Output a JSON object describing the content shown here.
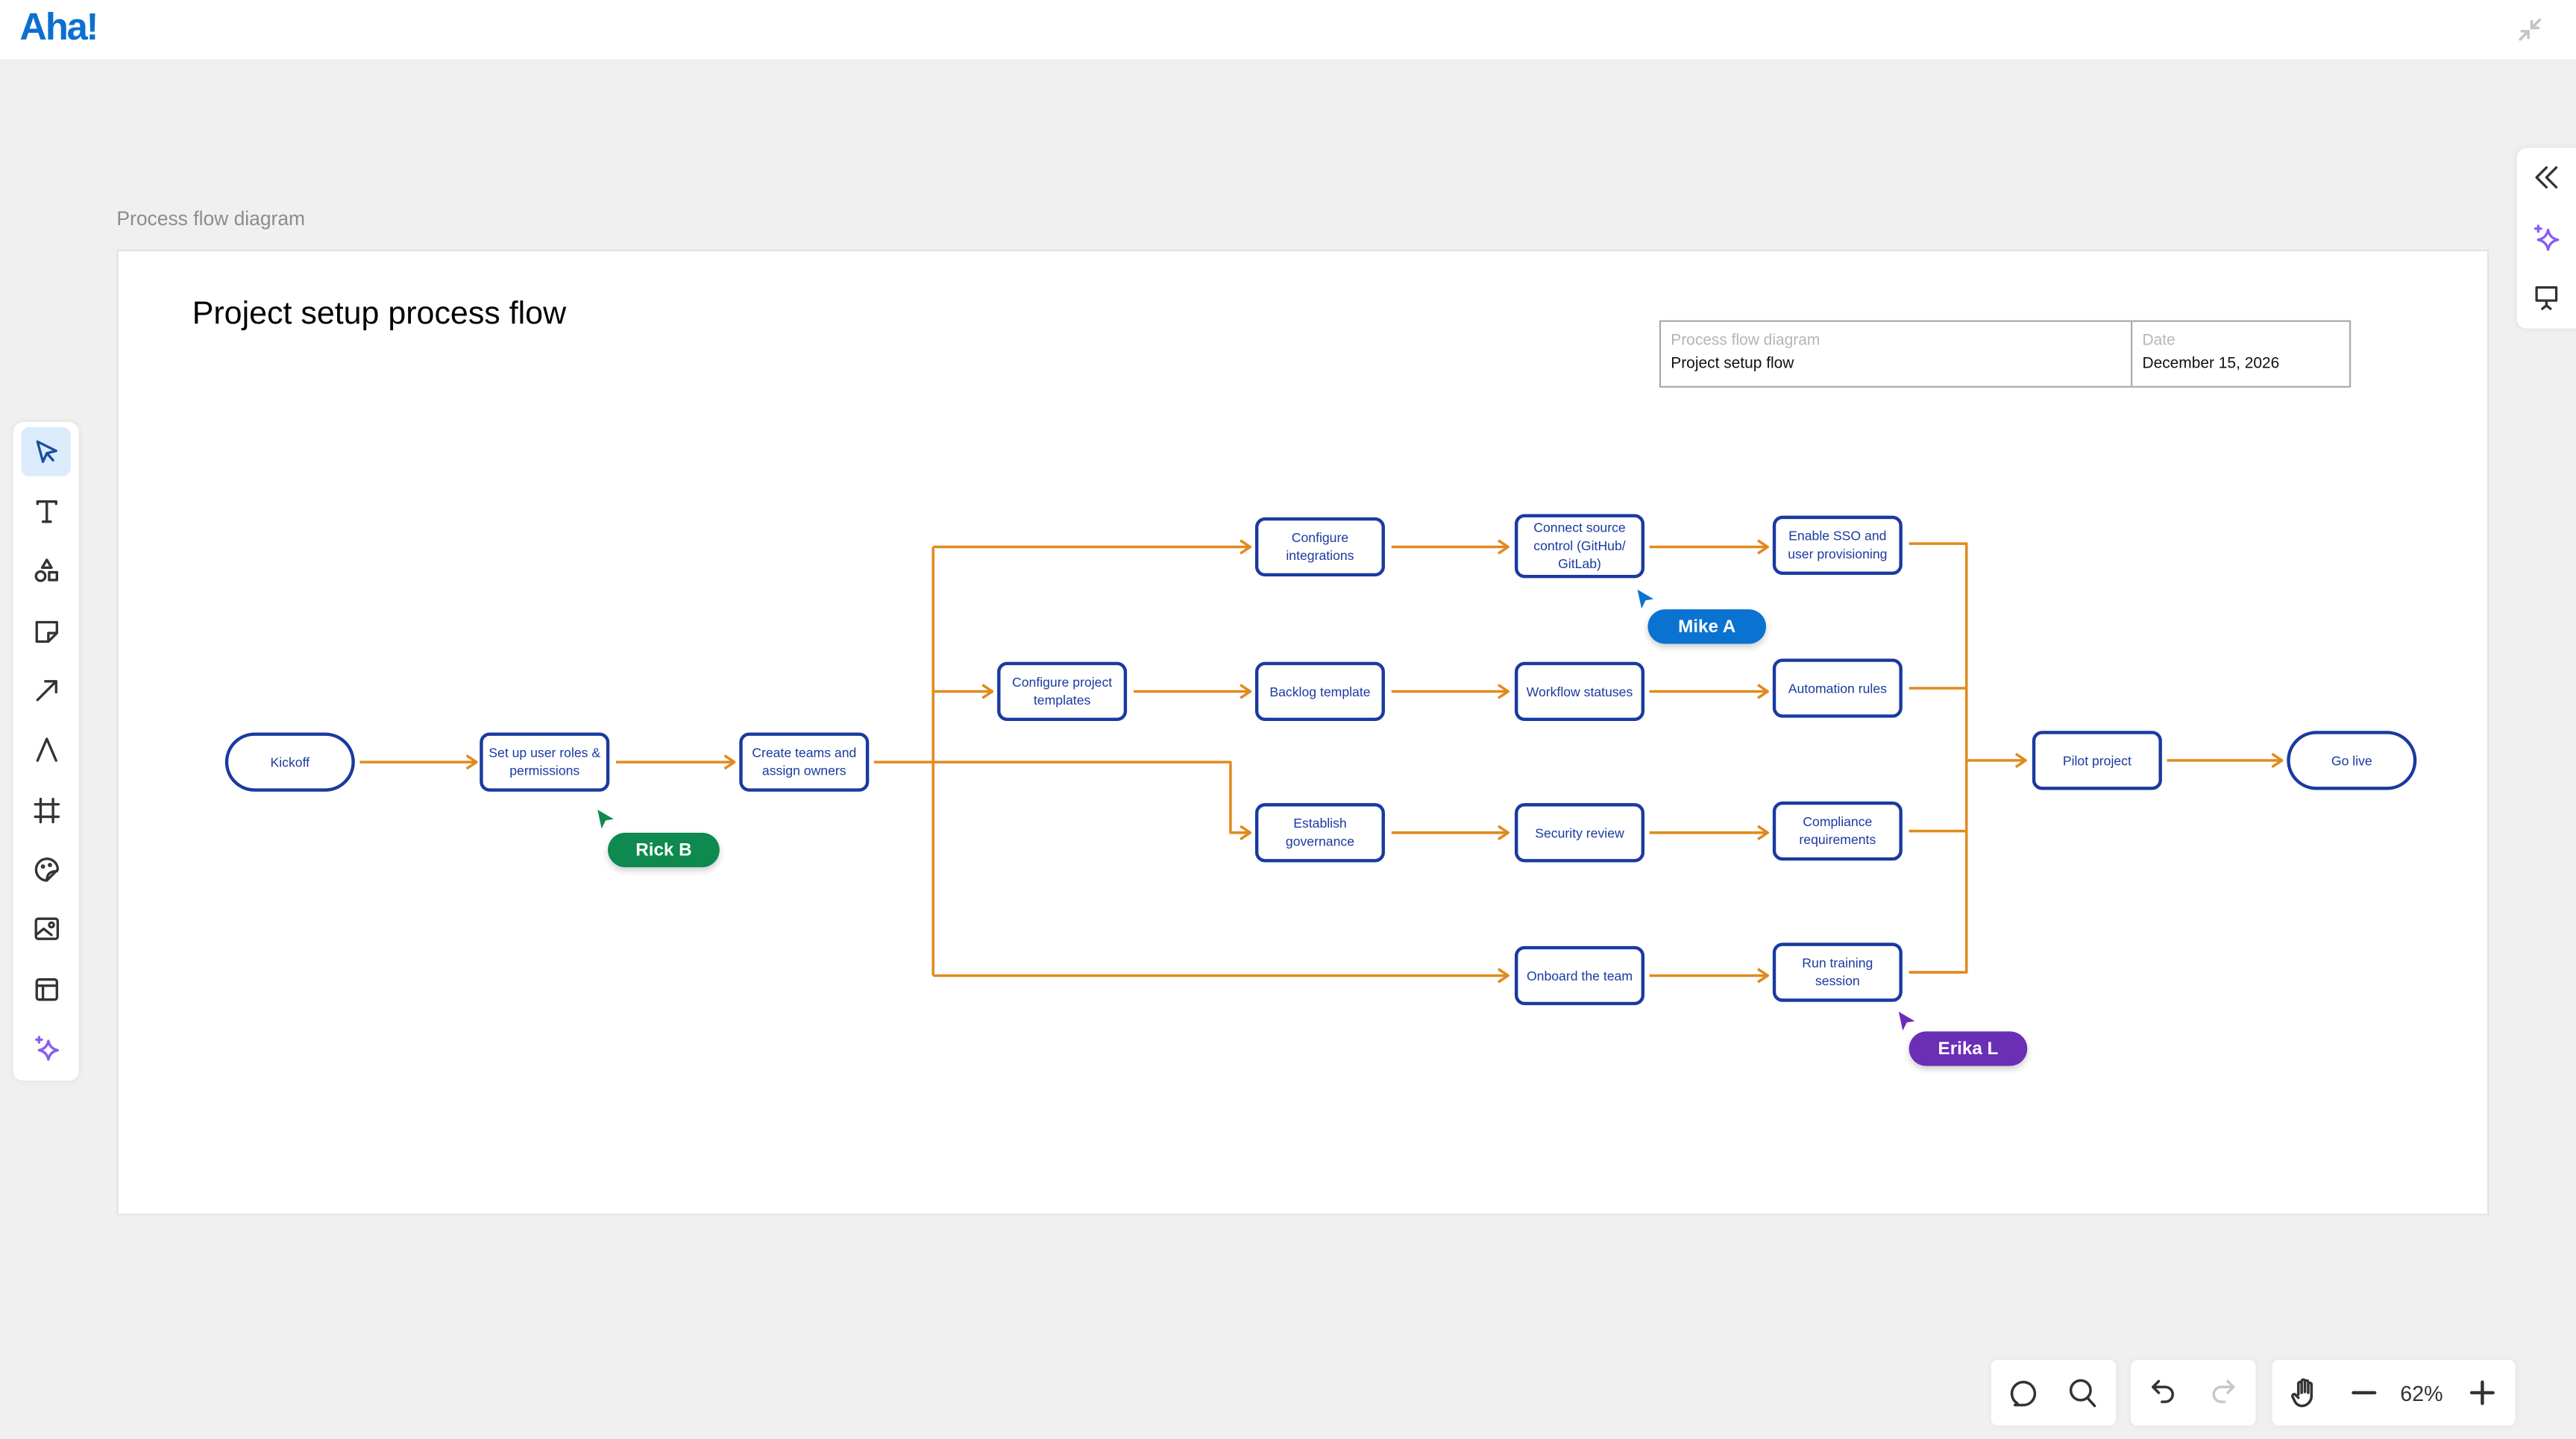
{
  "app": {
    "logo": "Aha!"
  },
  "frame": {
    "label": "Process flow diagram"
  },
  "diagram": {
    "title": "Project setup process flow",
    "info_table": {
      "type_label": "Process flow diagram",
      "type_value": "Project setup flow",
      "date_label": "Date",
      "date_value": "December 15, 2026"
    },
    "nodes": {
      "kickoff": "Kickoff",
      "roles": "Set up user roles & permissions",
      "teams": "Create teams and assign owners",
      "templates": "Configure project templates",
      "integrations": "Configure integrations",
      "backlog": "Backlog template",
      "governance": "Establish governance",
      "source_control": "Connect source control (GitHub/ GitLab)",
      "workflow": "Workflow statuses",
      "security": "Security review",
      "onboard": "Onboard the team",
      "sso": "Enable SSO and user provisioning",
      "automation": "Automation rules",
      "compliance": "Compliance requirements",
      "training": "Run training session",
      "pilot": "Pilot project",
      "golive": "Go live"
    },
    "edges": [
      [
        "kickoff",
        "roles"
      ],
      [
        "roles",
        "teams"
      ],
      [
        "teams",
        "integrations"
      ],
      [
        "teams",
        "templates"
      ],
      [
        "teams",
        "governance"
      ],
      [
        "teams",
        "onboard"
      ],
      [
        "templates",
        "backlog"
      ],
      [
        "integrations",
        "source_control"
      ],
      [
        "backlog",
        "workflow"
      ],
      [
        "governance",
        "security"
      ],
      [
        "source_control",
        "sso"
      ],
      [
        "workflow",
        "automation"
      ],
      [
        "security",
        "compliance"
      ],
      [
        "onboard",
        "training"
      ],
      [
        "sso",
        "pilot"
      ],
      [
        "automation",
        "pilot"
      ],
      [
        "compliance",
        "pilot"
      ],
      [
        "training",
        "pilot"
      ],
      [
        "pilot",
        "golive"
      ]
    ],
    "colors": {
      "node": "#1a3aa0",
      "edge": "#e08a1e"
    }
  },
  "collaborators": [
    {
      "name": "Rick B",
      "color": "#0e8a4e"
    },
    {
      "name": "Mike A",
      "color": "#0a73d1"
    },
    {
      "name": "Erika L",
      "color": "#6a2fb5"
    }
  ],
  "left_toolbar": [
    "select-tool",
    "text-tool",
    "shapes-tool",
    "sticky-note-tool",
    "connector-tool",
    "pen-tool",
    "frame-tool",
    "sticker-tool",
    "image-tool",
    "template-tool",
    "ai-tool"
  ],
  "right_panel": [
    "collapse-panel",
    "ai-assistant",
    "present"
  ],
  "bottom_toolbar": {
    "zoom_level": "62%"
  }
}
